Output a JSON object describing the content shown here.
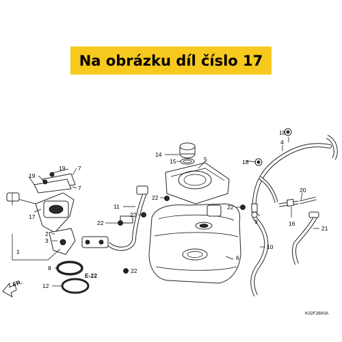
{
  "banner": {
    "text": "Na obrázku díl číslo 17",
    "color": "#f7c81e"
  },
  "diagram": {
    "callouts": {
      "c1": "1",
      "c2": "2",
      "c3": "3",
      "c4": "4",
      "c5": "5",
      "c6": "6",
      "c7a": "7",
      "c7b": "7",
      "c8": "8",
      "c9": "9",
      "c10": "10",
      "c11": "11",
      "c12": "12",
      "c14": "14",
      "c15": "15",
      "c16": "16",
      "c17": "17",
      "c18a": "18",
      "c18b": "18",
      "c19a": "19",
      "c19b": "19",
      "c20": "20",
      "c21": "21",
      "c22a": "22",
      "c22b": "22",
      "c22c": "22",
      "c22d": "22",
      "c22e": "22"
    },
    "reference": "E-22",
    "front_label": "FR.",
    "code": "K02F2600A"
  }
}
